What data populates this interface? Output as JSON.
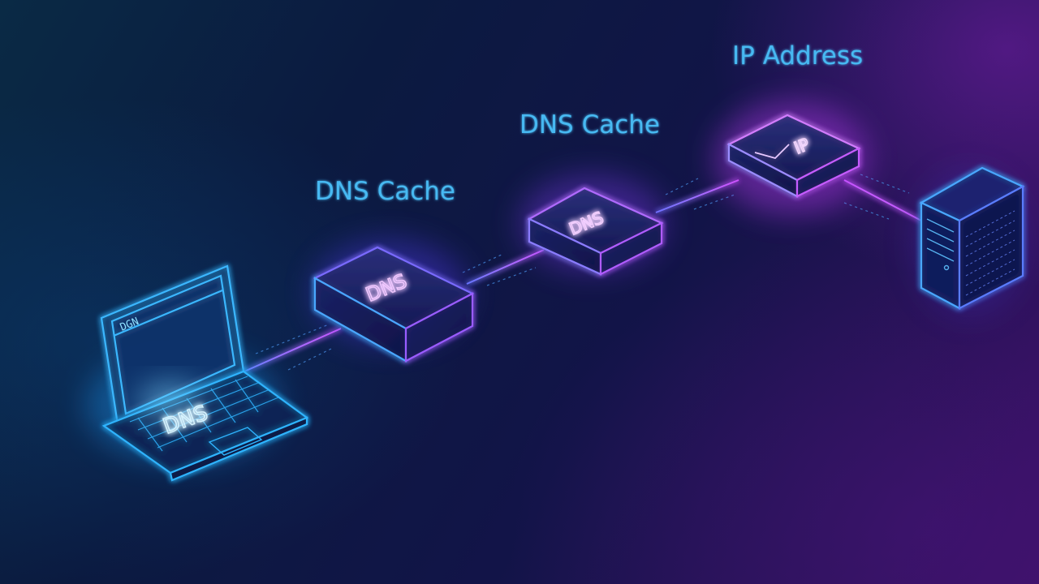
{
  "diagram": {
    "nodes": [
      {
        "id": "laptop",
        "kind": "laptop",
        "screen_text": "DGN",
        "keyboard_text": "DNS",
        "label": ""
      },
      {
        "id": "cache-1",
        "kind": "dns-cache-box",
        "box_text": "DNS",
        "label": "DNS Cache"
      },
      {
        "id": "cache-2",
        "kind": "dns-cache-box",
        "box_text": "DNS",
        "label": "DNS Cache"
      },
      {
        "id": "ip",
        "kind": "ip-box",
        "box_text": "IP",
        "label": "IP Address"
      },
      {
        "id": "server",
        "kind": "server-tower",
        "label": ""
      }
    ],
    "edges": [
      {
        "from": "laptop",
        "to": "cache-1"
      },
      {
        "from": "cache-1",
        "to": "cache-2"
      },
      {
        "from": "cache-2",
        "to": "ip"
      },
      {
        "from": "ip",
        "to": "server"
      }
    ],
    "colors": {
      "cyan_glow": "#2fb4ff",
      "magenta_glow": "#d04cff",
      "label_blue": "#47b9f2",
      "line": "#c65cff"
    }
  }
}
